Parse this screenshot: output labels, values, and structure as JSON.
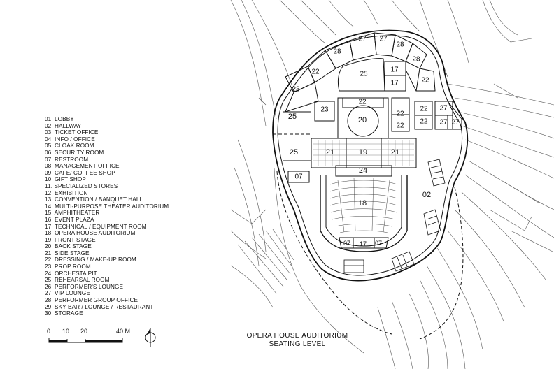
{
  "legend": [
    "01. LOBBY",
    "02. HALLWAY",
    "03. TICKET OFFICE",
    "04. INFO / OFFICE",
    "05. CLOAK ROOM",
    "06. SECURITY ROOM",
    "07. RESTROOM",
    "08. MANAGEMENT OFFICE",
    "09. CAFE/ COFFEE SHOP",
    "10. GIFT SHOP",
    "11. SPECIALIZED STORES",
    "12. EXHIBITION",
    "13. CONVENTION / BANQUET HALL",
    "14. MULTI-PURPOSE THEATER AUDITORIUM",
    "15. AMPHITHEATER",
    "16. EVENT PLAZA",
    "17. TECHNICAL / EQUIPMENT ROOM",
    "18. OPERA HOUSE AUDITORIUM",
    "19. FRONT STAGE",
    "20. BACK STAGE",
    "21. SIDE STAGE",
    "22. DRESSING / MAKE-UP ROOM",
    "23. PROP ROOM",
    "24. ORCHESTA PIT",
    "25. REHEARSAL ROOM",
    "26. PERFORMER'S LOUNGE",
    "27. VIP LOUNGE",
    "28. PERFORMER GROUP OFFICE",
    "29. SKY BAR / LOUNGE / RESTAURANT",
    "30. STORAGE"
  ],
  "room_labels": {
    "r27a": "27",
    "r27b": "27",
    "r28a": "28",
    "r28b": "28",
    "r28c": "28",
    "r22a": "22",
    "r25top": "25",
    "r17a": "17",
    "r17b": "17",
    "r22b": "22",
    "r23a": "23",
    "r25left": "25",
    "r23b": "23",
    "r22c": "22",
    "r22d": "22",
    "r22e": "22",
    "r22f": "22",
    "r22g": "22",
    "r27c": "27",
    "r27d": "27",
    "r27e": "27",
    "r20": "20",
    "r25lower": "25",
    "r21a": "21",
    "r19": "19",
    "r21b": "21",
    "r07a": "07",
    "r24": "24",
    "r18": "18",
    "r02": "02",
    "r07b": "07",
    "r17c": "17",
    "r07c": "07"
  },
  "scale_bar": {
    "labels": [
      "0",
      "10",
      "20",
      "40 M"
    ]
  },
  "north_arrow": "north-arrow",
  "title": {
    "line1": "OPERA HOUSE AUDITORIUM",
    "line2": "SEATING LEVEL"
  }
}
